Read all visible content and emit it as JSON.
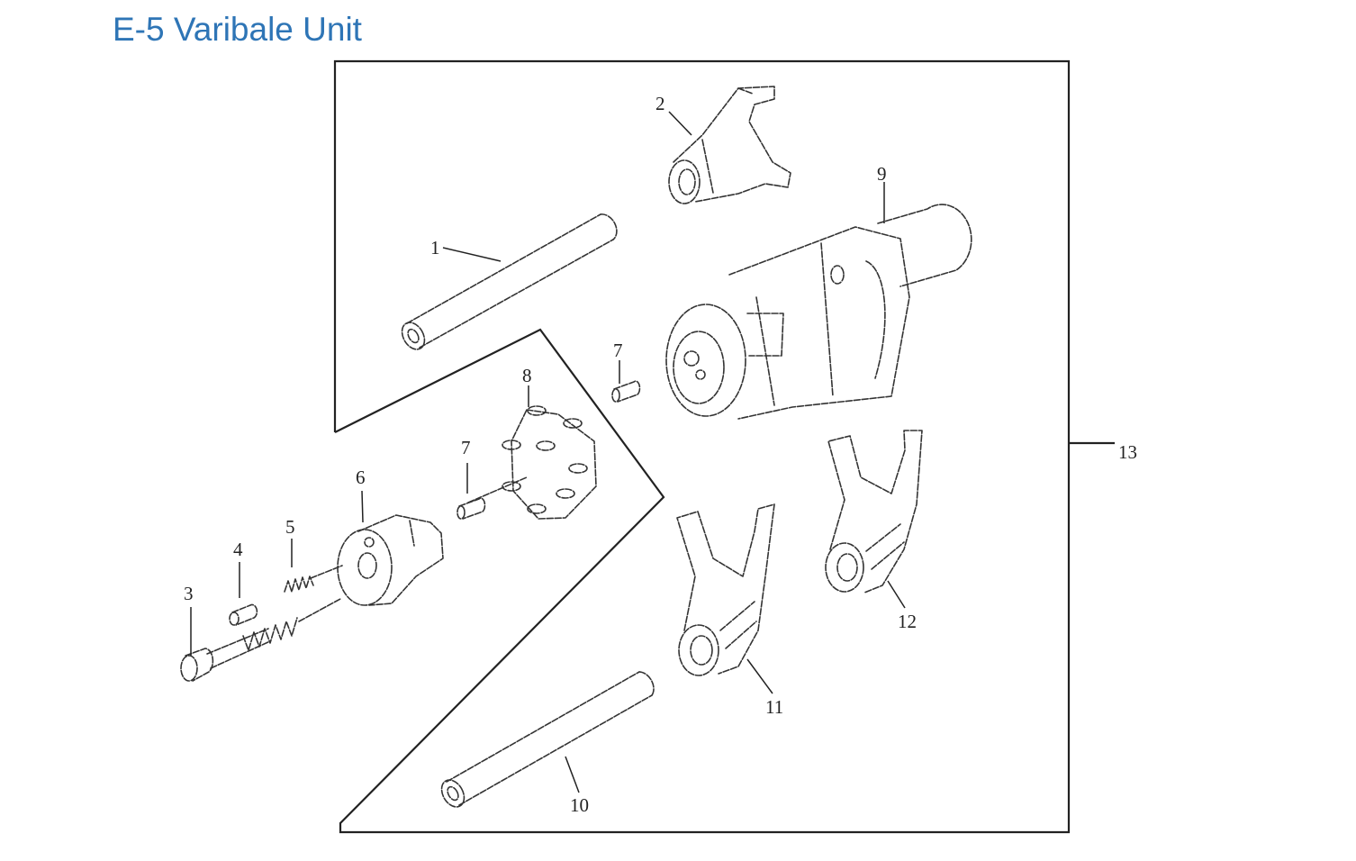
{
  "title": "E-5 Varibale Unit",
  "callouts": [
    "1",
    "2",
    "3",
    "4",
    "5",
    "6",
    "7",
    "7",
    "8",
    "9",
    "10",
    "11",
    "12",
    "13"
  ]
}
